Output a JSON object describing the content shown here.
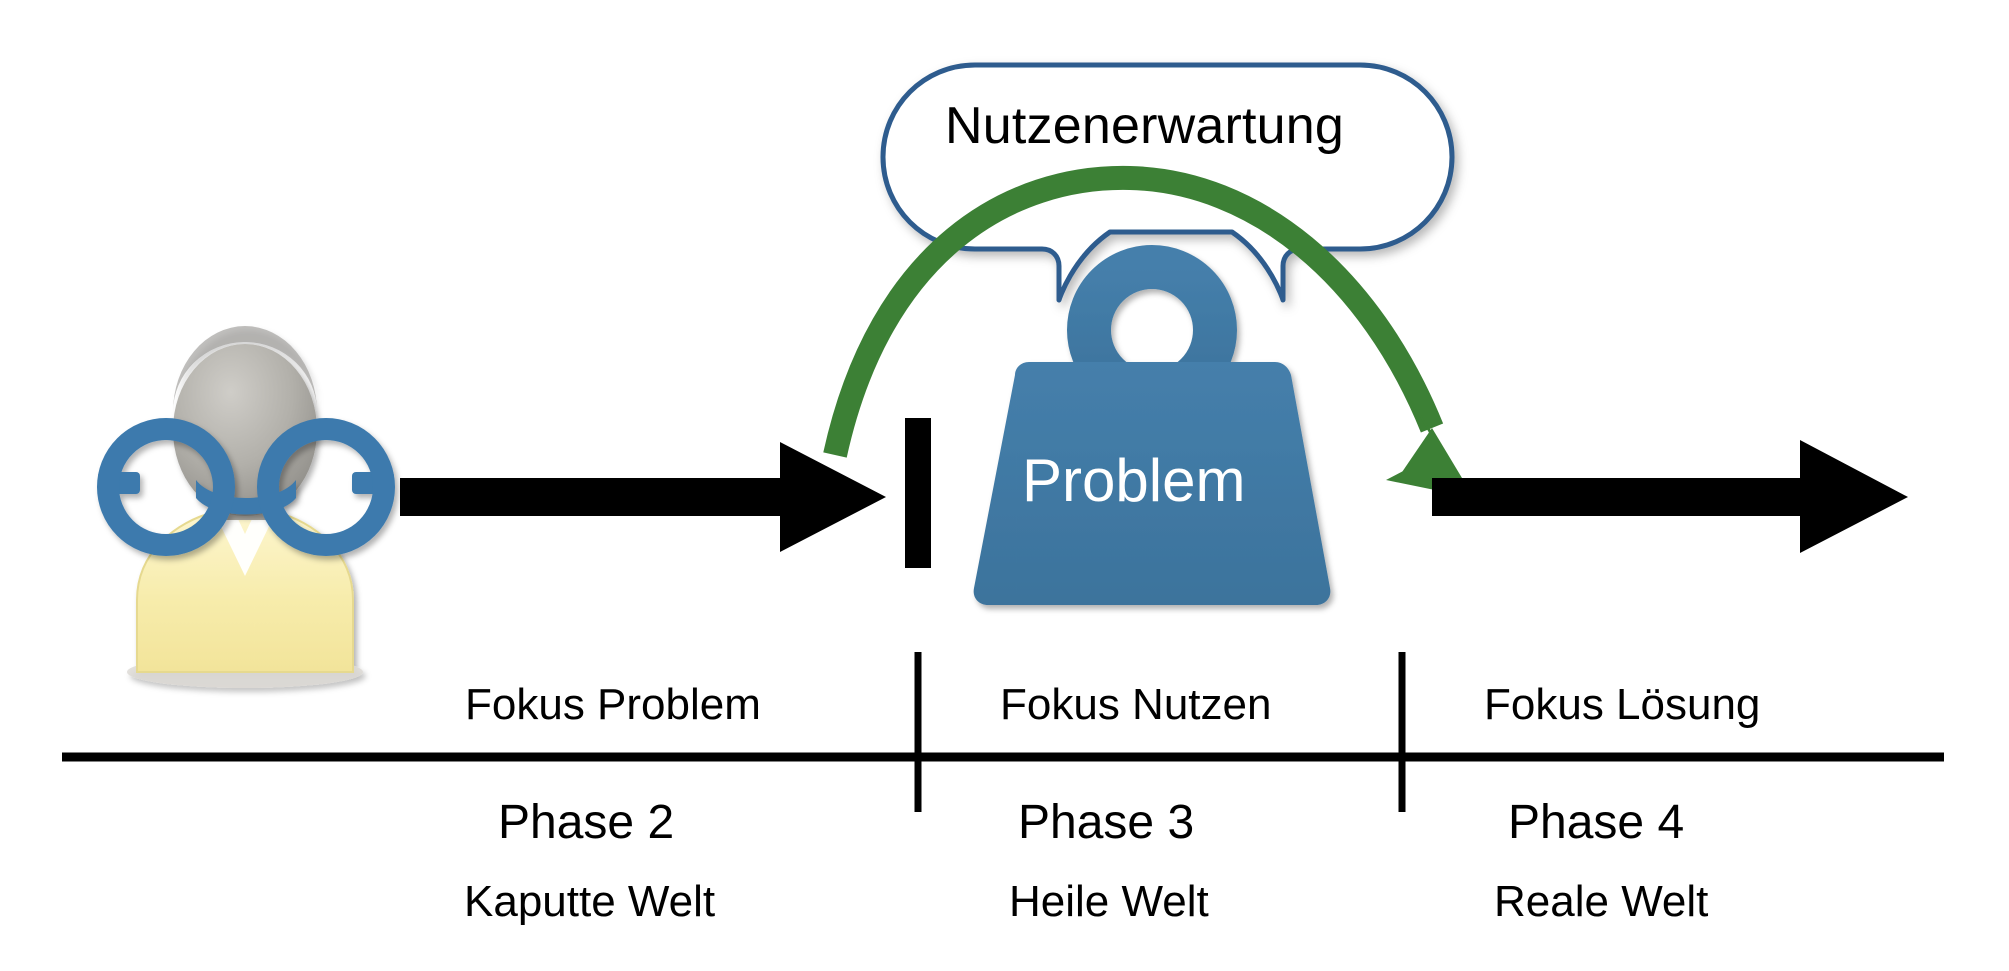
{
  "diagram": {
    "title_bubble": {
      "label": "Nutzenerwartung",
      "border_color": "#2D5B8E",
      "fill_color": "#FFFFFF"
    },
    "problem_weight": {
      "label": "Problem",
      "fill_color": "#407AA5",
      "text_color": "#FFFFFF",
      "icon": "weight-icon"
    },
    "person": {
      "icon": "person-with-glasses-icon",
      "head_color": "#9A9894",
      "shirt_color": "#F5E9A8",
      "glasses_color": "#3C7AAD"
    },
    "arrows": {
      "black_color": "#000000",
      "green_color": "#3C8035",
      "left_arrow": "black-arrow-right",
      "right_arrow": "black-arrow-right",
      "green_arc": "green-arc-arrow"
    },
    "divider_bar": {
      "color": "#000000"
    },
    "columns": [
      {
        "focus": "Fokus Problem",
        "phase": "Phase 2",
        "world": "Kaputte Welt"
      },
      {
        "focus": "Fokus Nutzen",
        "phase": "Phase 3",
        "world": "Heile Welt"
      },
      {
        "focus": "Fokus Lösung",
        "phase": "Phase 4",
        "world": "Reale Welt"
      }
    ],
    "rules": {
      "baseline_color": "#000000",
      "separator_color": "#000000"
    }
  }
}
